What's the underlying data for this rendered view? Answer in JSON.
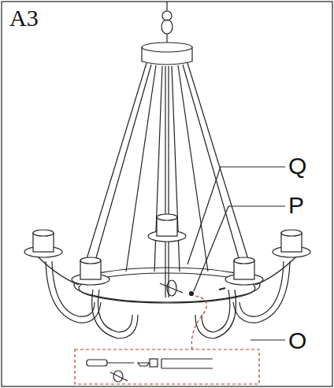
{
  "diagram": {
    "labels": [
      "A3",
      "Q",
      "P",
      "O"
    ]
  }
}
